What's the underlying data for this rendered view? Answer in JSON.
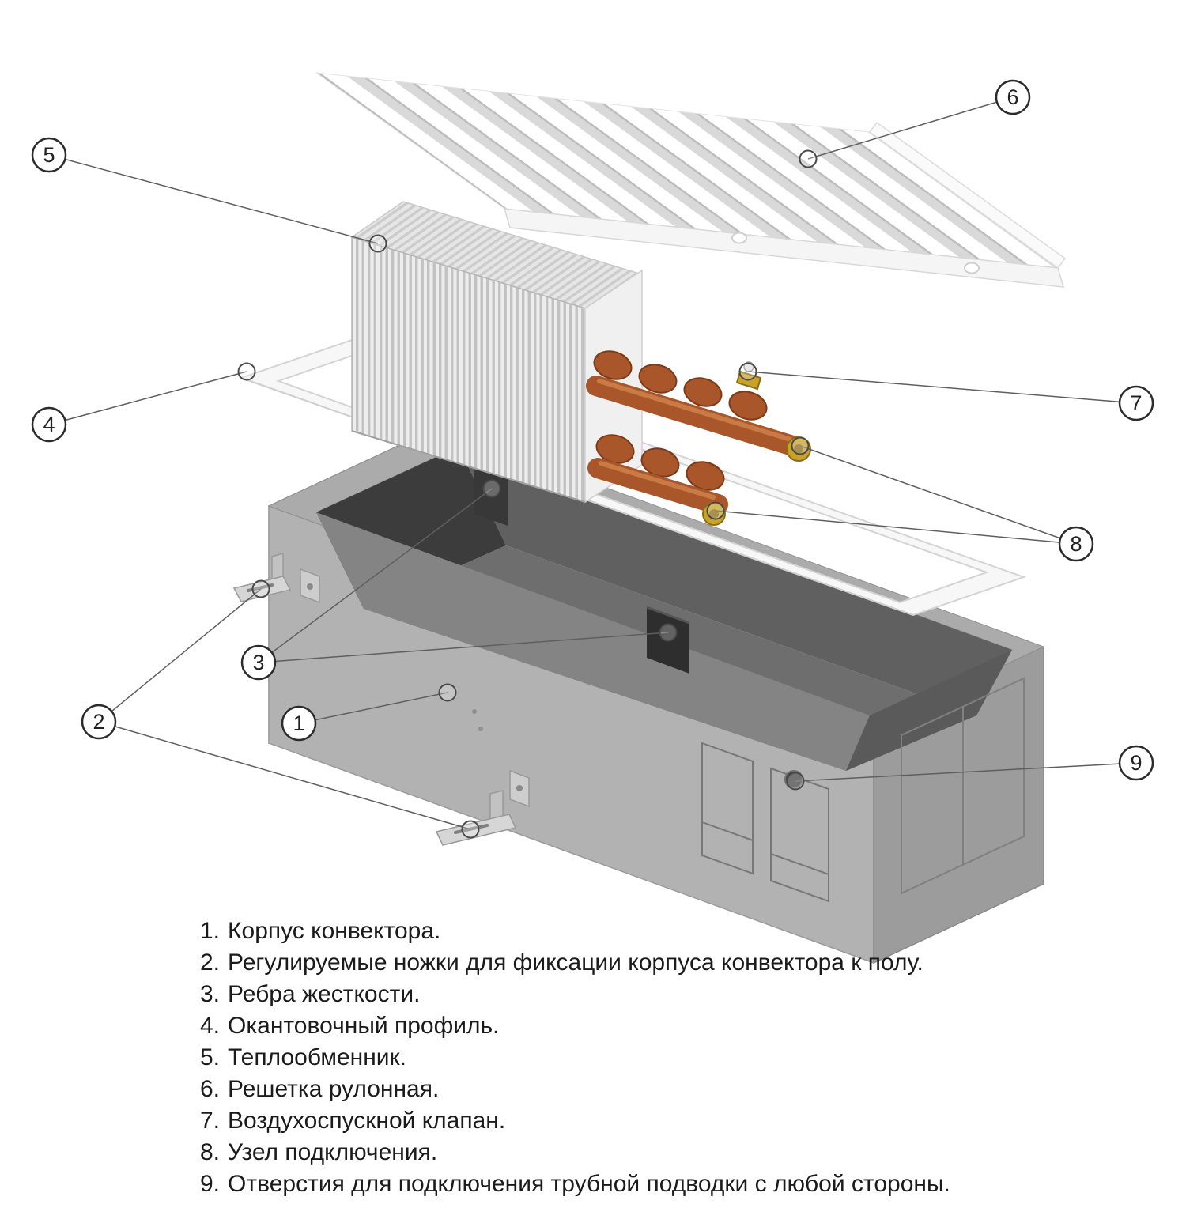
{
  "diagram": {
    "callouts": [
      {
        "label": "1"
      },
      {
        "label": "2"
      },
      {
        "label": "3"
      },
      {
        "label": "4"
      },
      {
        "label": "5"
      },
      {
        "label": "6"
      },
      {
        "label": "7"
      },
      {
        "label": "8"
      },
      {
        "label": "9"
      }
    ]
  },
  "legend": {
    "items": [
      {
        "num": "1.",
        "text": "Корпус конвектора."
      },
      {
        "num": "2.",
        "text": "Регулируемые ножки для фиксации корпуса конвектора к полу."
      },
      {
        "num": "3.",
        "text": "Ребра жесткости."
      },
      {
        "num": "4.",
        "text": "Окантовочный профиль."
      },
      {
        "num": "5.",
        "text": "Теплообменник."
      },
      {
        "num": "6.",
        "text": "Решетка рулонная."
      },
      {
        "num": "7.",
        "text": "Воздухоспускной клапан."
      },
      {
        "num": "8.",
        "text": "Узел подключения."
      },
      {
        "num": "9.",
        "text": "Отверстия для подключения трубной подводки с любой стороны."
      }
    ]
  },
  "colors": {
    "copper": "#a9562b",
    "copper_dark": "#7c3b18",
    "brass": "#c9a227",
    "brass_dark": "#8a6d1d",
    "leader_line": "#5f5f5f"
  }
}
